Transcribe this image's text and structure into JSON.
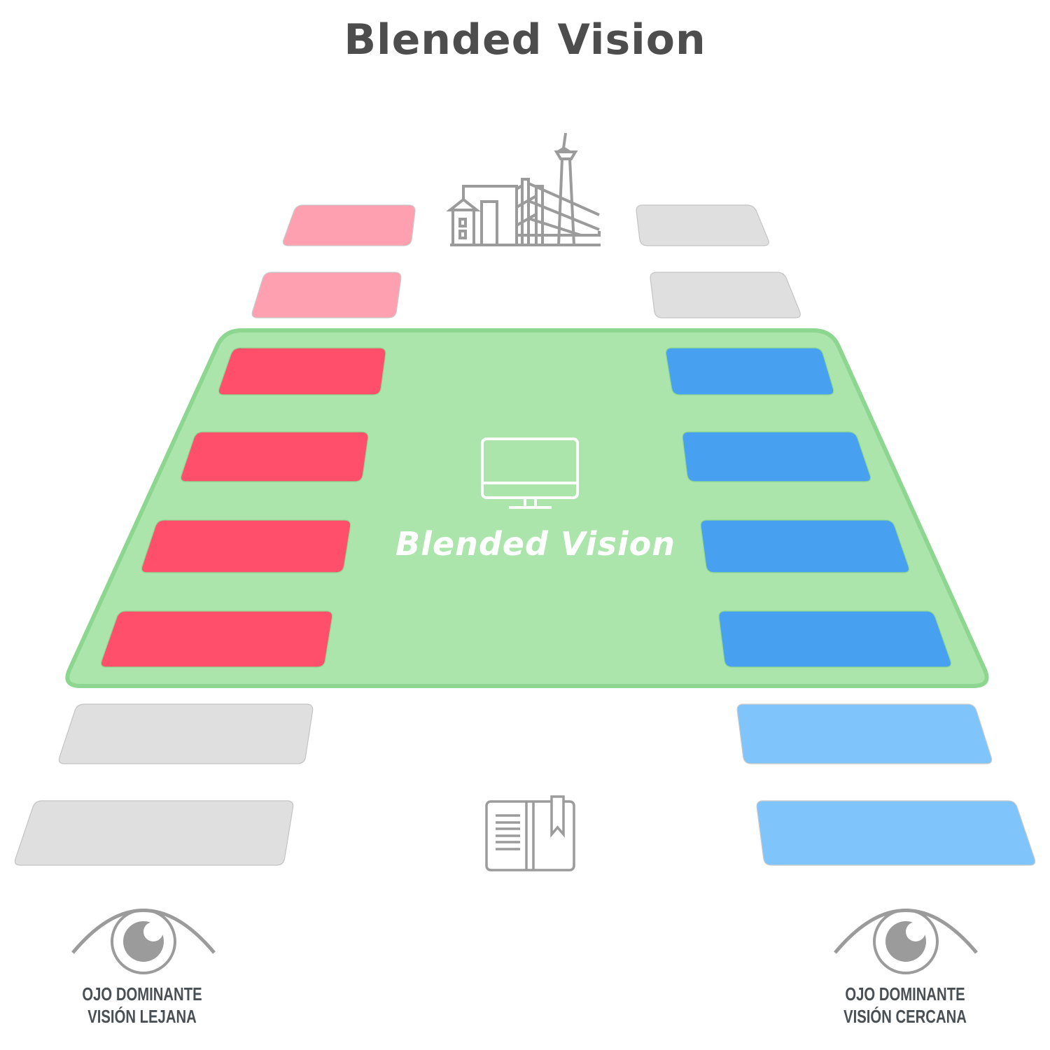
{
  "title": "Blended Vision",
  "center_label": "Blended Vision",
  "colors": {
    "title_text": "#4d4d4d",
    "panel_fill": "#abe5ab",
    "panel_border": "#8dd68f",
    "red_strong": "#ff4f6a",
    "red_light": "#fea0af",
    "blue_strong": "#48a1f0",
    "blue_light": "#80c4fc",
    "gray_light": "#dfdfdf",
    "gray_border": "#c3c3c3",
    "icon_gray": "#9b9b9b",
    "label_text": "#4a4f54"
  },
  "icons": {
    "top": "city-skyline-icon",
    "center": "desktop-monitor-icon",
    "bottom": "open-book-icon",
    "left_eye": "eye-icon",
    "right_eye": "eye-icon"
  },
  "left_column": [
    {
      "zone": "far",
      "color": "red_light"
    },
    {
      "zone": "far",
      "color": "red_light"
    },
    {
      "zone": "intermediate",
      "color": "red_strong"
    },
    {
      "zone": "intermediate",
      "color": "red_strong"
    },
    {
      "zone": "intermediate",
      "color": "red_strong"
    },
    {
      "zone": "intermediate",
      "color": "red_strong"
    },
    {
      "zone": "near",
      "color": "gray_light"
    },
    {
      "zone": "near",
      "color": "gray_light"
    }
  ],
  "right_column": [
    {
      "zone": "far",
      "color": "gray_light"
    },
    {
      "zone": "far",
      "color": "gray_light"
    },
    {
      "zone": "intermediate",
      "color": "blue_strong"
    },
    {
      "zone": "intermediate",
      "color": "blue_strong"
    },
    {
      "zone": "intermediate",
      "color": "blue_strong"
    },
    {
      "zone": "intermediate",
      "color": "blue_strong"
    },
    {
      "zone": "near",
      "color": "blue_light"
    },
    {
      "zone": "near",
      "color": "blue_light"
    }
  ],
  "eyes": {
    "left": {
      "line1": "OJO DOMINANTE",
      "line2": "VISIÓN LEJANA"
    },
    "right": {
      "line1": "OJO DOMINANTE",
      "line2": "VISIÓN CERCANA"
    }
  }
}
